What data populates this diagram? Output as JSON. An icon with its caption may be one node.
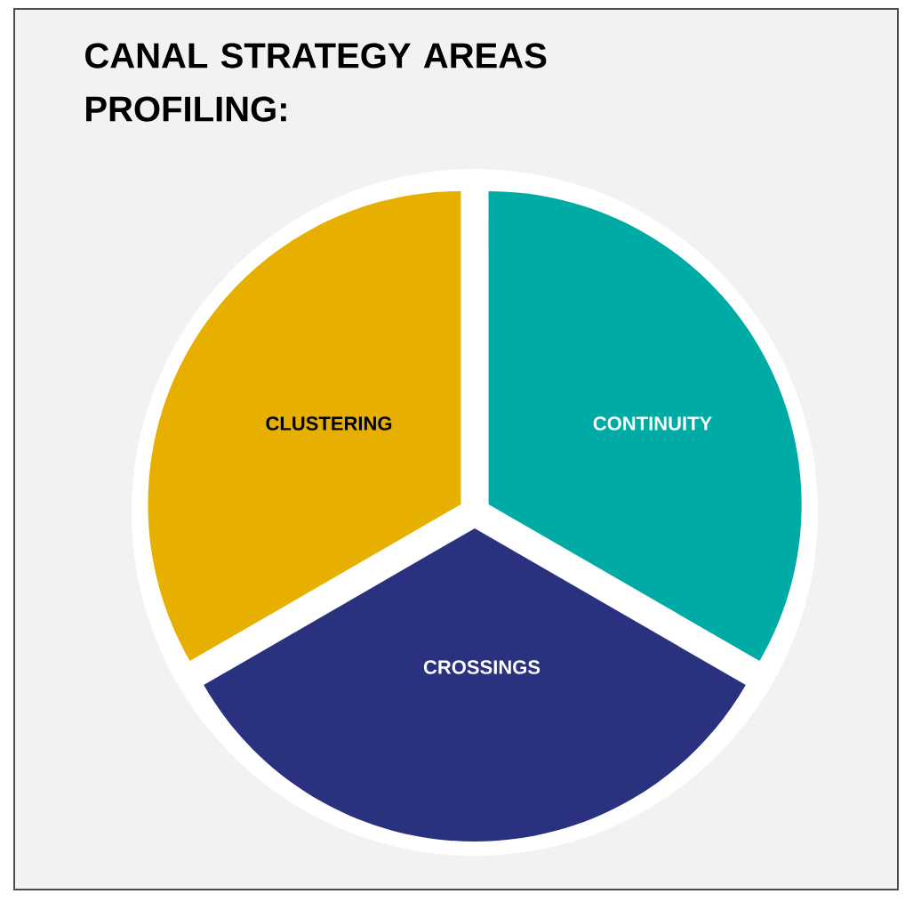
{
  "diagram": {
    "title": "CANAL STRATEGY AREAS PROFILING:",
    "nodes": [
      {
        "text": [
          "CLUSTERING"
        ]
      },
      {
        "text": [
          "CONTINUITY"
        ]
      },
      {
        "text": [
          "CROSSINGS"
        ]
      }
    ]
  }
}
